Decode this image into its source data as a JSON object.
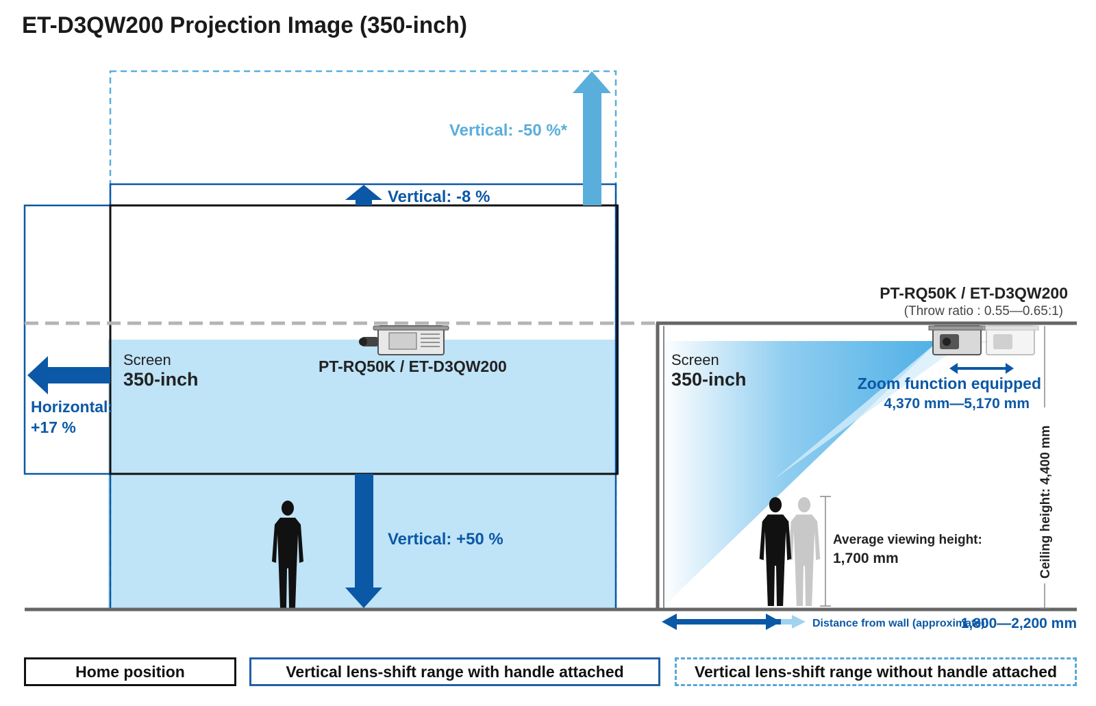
{
  "title": "ET-D3QW200 Projection Image (350-inch)",
  "colors": {
    "dark_blue": "#0b58a6",
    "light_blue": "#5aaedb",
    "screen_fill": "#bfe3f7",
    "black": "#111111",
    "gray_dash": "#b5b5b5"
  },
  "front_view": {
    "shift_up_max_label": "Vertical: -50 %*",
    "shift_up_label": "Vertical: -8 %",
    "shift_down_label": "Vertical: +50 %",
    "horizontal_label_line1": "Horizontal:",
    "horizontal_label_line2": "+17 %",
    "screen_label": "Screen",
    "screen_size": "350-inch",
    "projector_model": "PT-RQ50K / ET-D3QW200",
    "icons": [
      "projector-icon",
      "person-silhouette-icon"
    ]
  },
  "side_view": {
    "projector_model": "PT-RQ50K / ET-D3QW200",
    "throw_ratio": "(Throw ratio : 0.55—0.65:1)",
    "screen_label": "Screen",
    "screen_size": "350-inch",
    "zoom_label": "Zoom function equipped",
    "zoom_range": "4,370 mm—5,170 mm",
    "ceiling_height": "Ceiling height: 4,400 mm",
    "viewing_height_label": "Average viewing height:",
    "viewing_height_value": "1,700 mm",
    "distance_label": "Distance from wall (approximate):",
    "distance_value": "1,800—2,200 mm",
    "icons": [
      "projector-icon",
      "person-silhouette-icon"
    ]
  },
  "legend": {
    "home": "Home position",
    "with_handle": "Vertical lens-shift range with handle attached",
    "without_handle": "Vertical lens-shift range without handle attached"
  }
}
